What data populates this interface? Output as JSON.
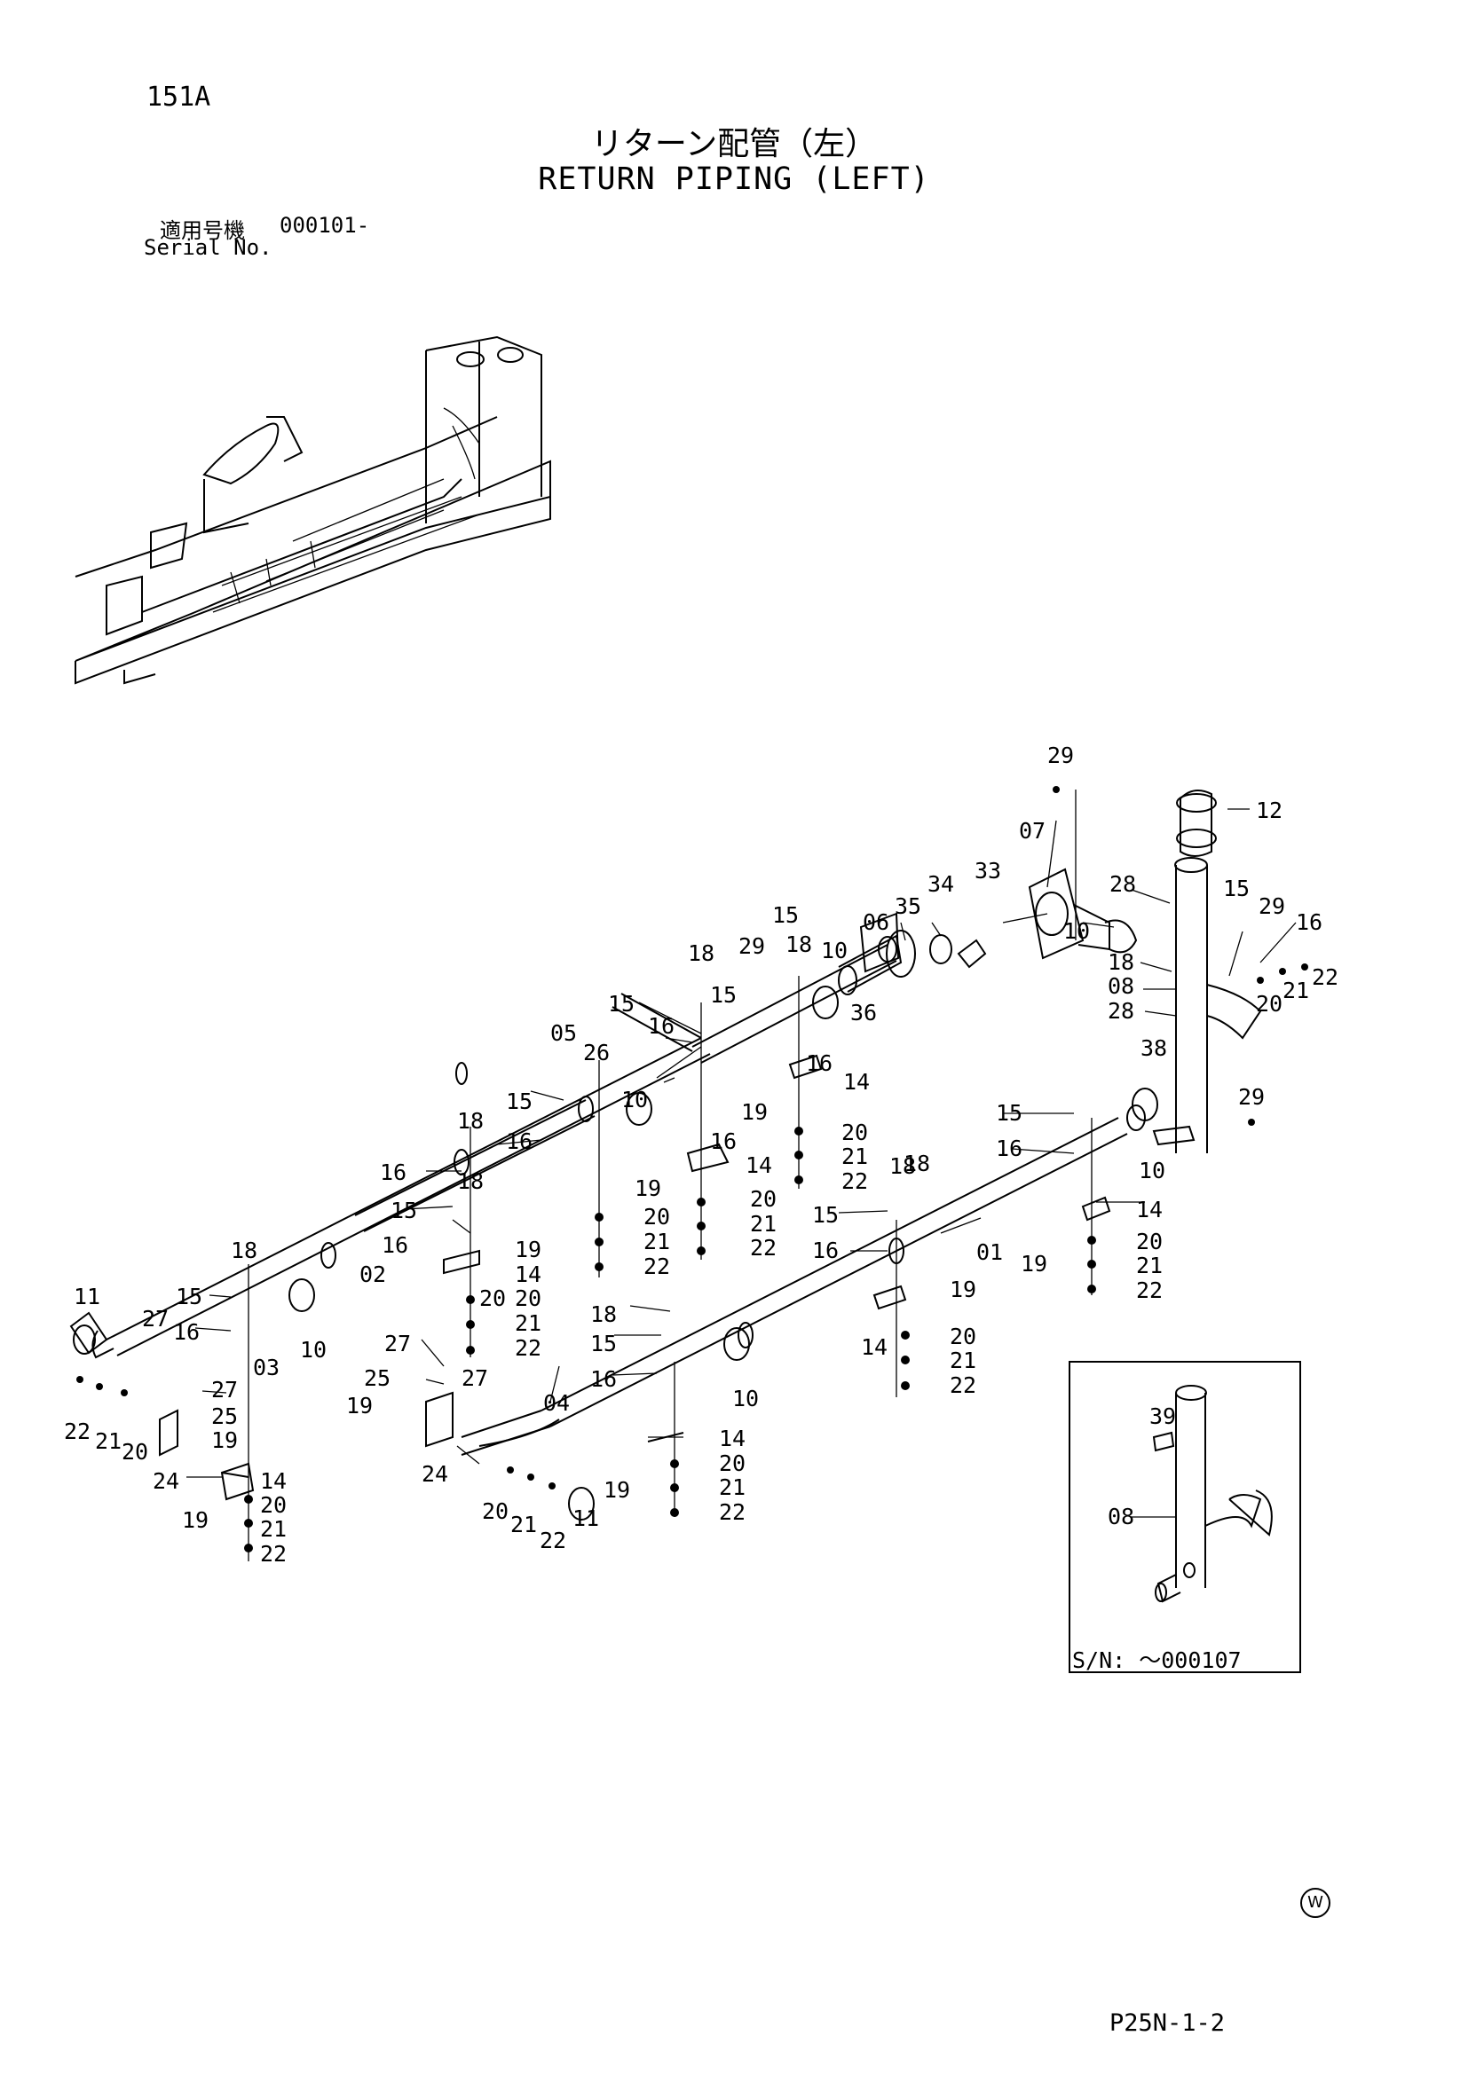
{
  "header": {
    "page_number": "151A",
    "title_jp": "リターン配管（左）",
    "title_en": "RETURN PIPING (LEFT)",
    "serial_label_jp": "適用号機",
    "serial_value": "000101-",
    "serial_label_en": "Serial No."
  },
  "inset": {
    "callout": "08",
    "callout_b": "39",
    "serial_note": "S/N: ～000107"
  },
  "callouts": {
    "c01": "01",
    "c02": "02",
    "c03": "03",
    "c04": "04",
    "c05": "05",
    "c06": "06",
    "c07": "07",
    "c08": "08",
    "c10": "10",
    "c11": "11",
    "c12": "12",
    "c14": "14",
    "c15": "15",
    "c16": "16",
    "c18": "18",
    "c19": "19",
    "c20": "20",
    "c21": "21",
    "c22": "22",
    "c24": "24",
    "c25": "25",
    "c26": "26",
    "c27": "27",
    "c28": "28",
    "c29": "29",
    "c33": "33",
    "c34": "34",
    "c35": "35",
    "c36": "36",
    "c38": "38"
  },
  "footer": {
    "watermark_symbol": "W",
    "document_code": "P25N-1-2"
  }
}
